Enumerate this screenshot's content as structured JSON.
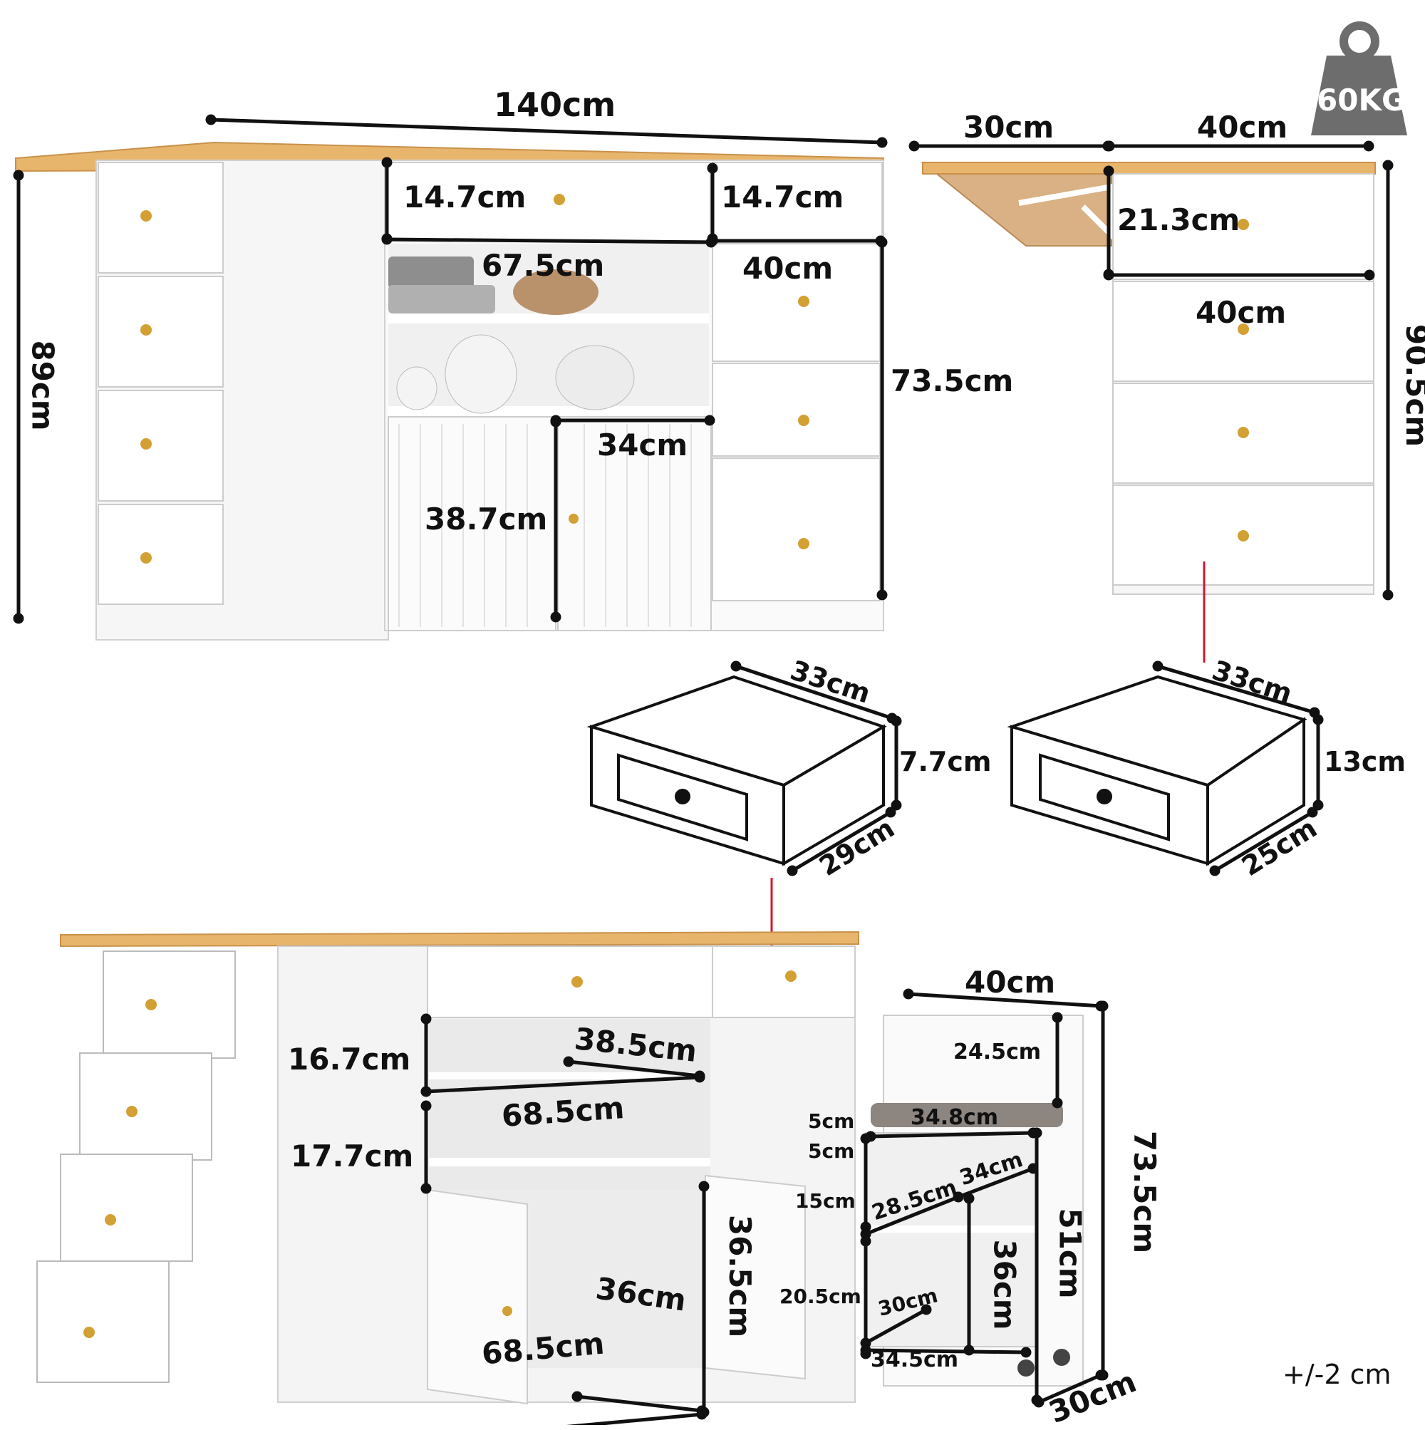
{
  "badge": {
    "weight": "60KG",
    "color": "#6d6d6d"
  },
  "colors": {
    "wood": "#e8b56c",
    "cabinet": "#ffffff",
    "line": "#111111",
    "marker": "#d9142b",
    "cushion": "#8c8580"
  },
  "main_island": {
    "width": "140cm",
    "height": "89cm",
    "top_drawer_left": "14.7cm",
    "top_drawer_right": "14.7cm",
    "open_shelf_width": "67.5cm",
    "right_drawer_width": "40cm",
    "right_section_height": "73.5cm",
    "door_width": "34cm",
    "door_height": "38.7cm"
  },
  "side_view": {
    "flap_width": "30cm",
    "cabinet_width": "40cm",
    "top_drawer_height": "21.3cm",
    "drawer_width": "40cm",
    "height": "90.5cm"
  },
  "small_drawer": {
    "length": "33cm",
    "height": "7.7cm",
    "width": "29cm"
  },
  "large_drawer": {
    "length": "33cm",
    "height": "13cm",
    "width": "25cm"
  },
  "open_view": {
    "upper_shelf_height": "16.7cm",
    "upper_shelf_depth": "38.5cm",
    "upper_shelf_width": "68.5cm",
    "lower_shelf_height": "17.7cm",
    "cabinet_height": "36.5cm",
    "cabinet_depth": "36cm",
    "cabinet_width": "68.5cm"
  },
  "trolley": {
    "width": "40cm",
    "back_height": "24.5cm",
    "seat_width": "34.8cm",
    "gap_1": "5cm",
    "gap_2": "5cm",
    "shelf_depth": "34cm",
    "shelf_width": "28.5cm",
    "shelf_height": "15cm",
    "total_height": "73.5cm",
    "body_height": "51cm",
    "lower_height": "36cm",
    "bottom_height": "20.5cm",
    "bottom_depth": "30cm",
    "base_width": "34.5cm",
    "depth": "30cm"
  },
  "tolerance": "+/-2 cm"
}
